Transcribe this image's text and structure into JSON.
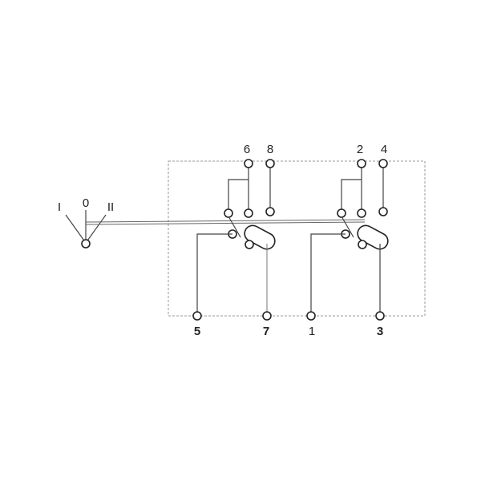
{
  "diagram": {
    "positions": [
      "I",
      "0",
      "II"
    ],
    "terminals": {
      "top_left_pair": [
        "6",
        "8"
      ],
      "top_right_pair": [
        "2",
        "4"
      ],
      "bottom": [
        "5",
        "7",
        "1",
        "3"
      ]
    },
    "colors": {
      "line": "#444444",
      "frame": "#999999",
      "text": "#222222",
      "background": "#ffffff"
    }
  }
}
